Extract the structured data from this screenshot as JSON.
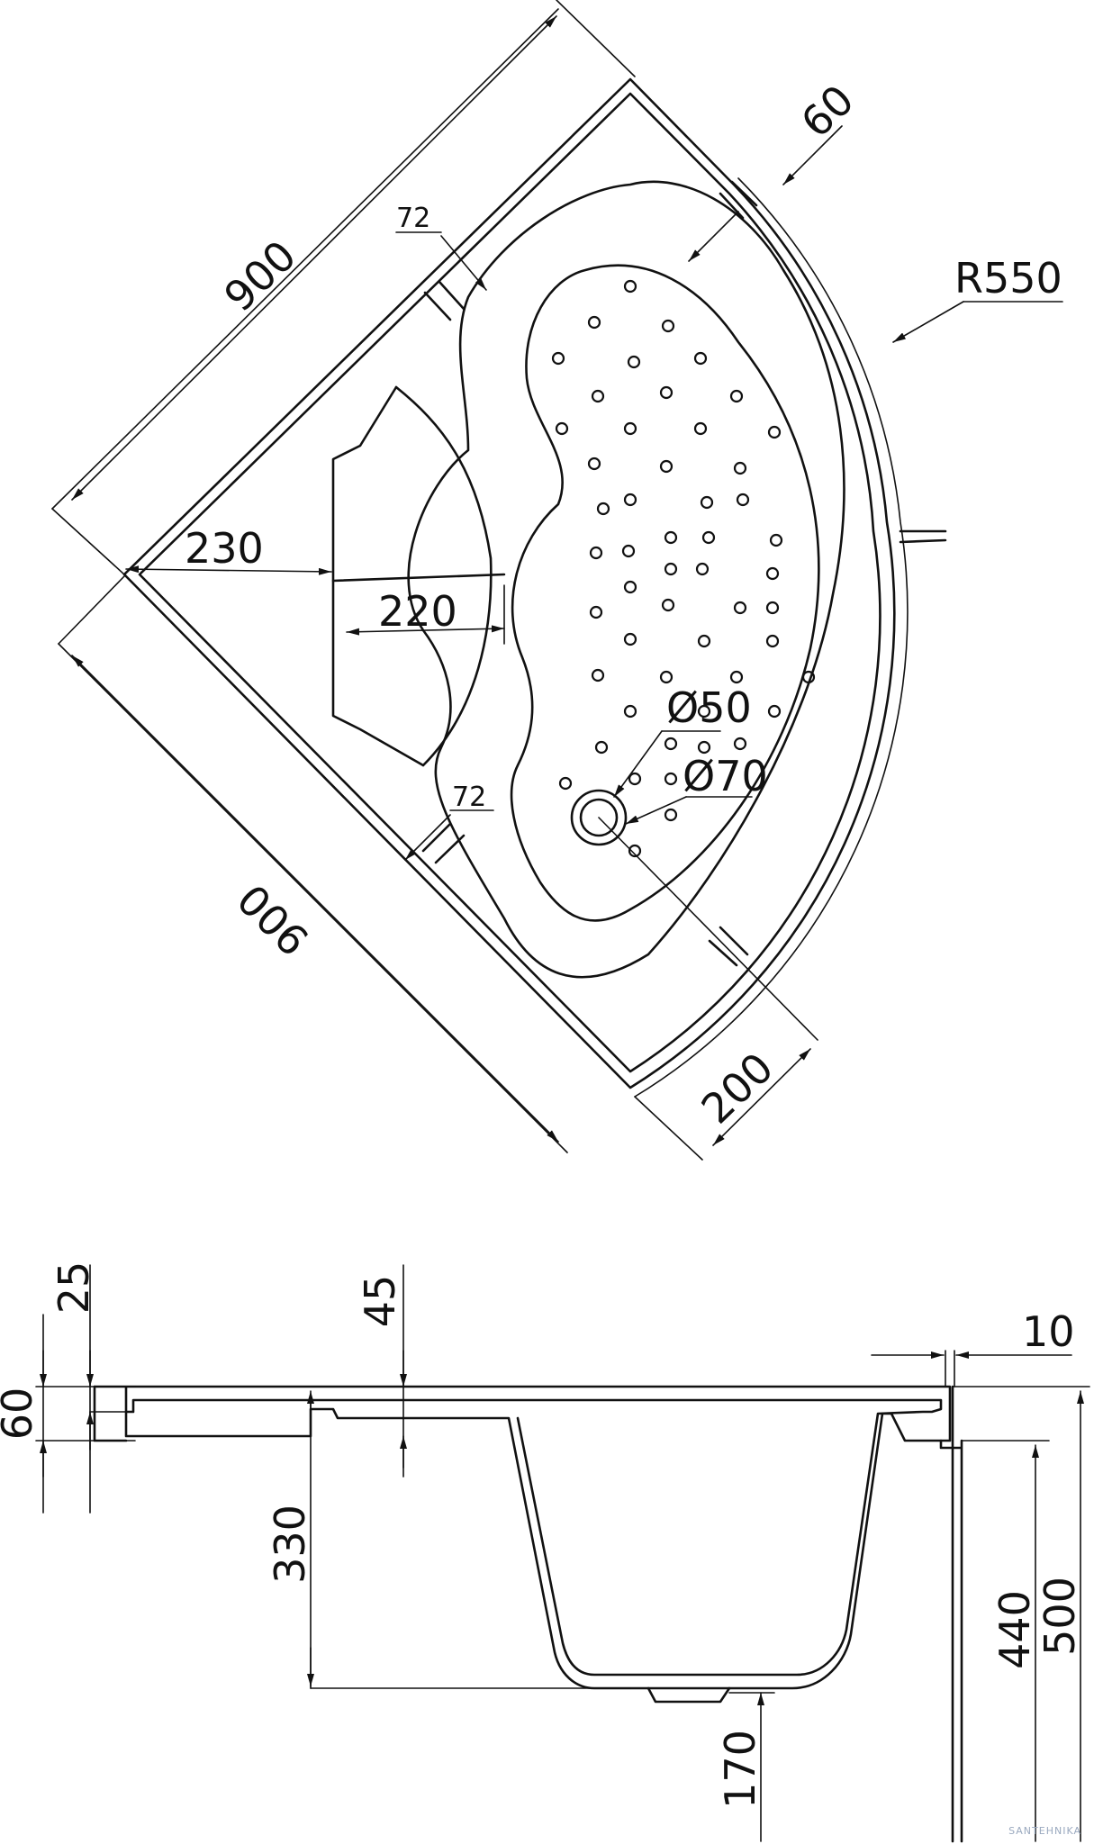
{
  "top_view": {
    "side_a": "900",
    "side_b": "900",
    "radius": "R550",
    "rim_width": "60",
    "seat_offset": "230",
    "seat_depth": "220",
    "inner_offset_top": "72",
    "inner_offset_bottom": "72",
    "drain_outer": "Ø50",
    "drain_inner": "Ø70",
    "corner_length": "200"
  },
  "section_view": {
    "rim_height": "60",
    "rim_top": "25",
    "step": "45",
    "wall_thickness": "10",
    "seat_height": "330",
    "apron_height": "440",
    "total_height": "500",
    "leg_height": "170"
  },
  "watermark": "SANTEHNIKA"
}
